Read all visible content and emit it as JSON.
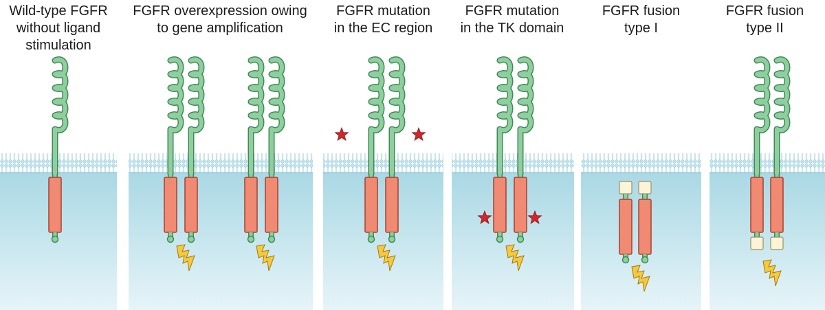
{
  "panels": [
    {
      "id": "wild-type",
      "title": "Wild-type FGFR\nwithout ligand\nstimulation"
    },
    {
      "id": "overexpression",
      "title": "FGFR overexpression owing\nto gene amplification"
    },
    {
      "id": "ec-mutation",
      "title": "FGFR mutation\nin the EC region"
    },
    {
      "id": "tk-mutation",
      "title": "FGFR mutation\nin the TK domain"
    },
    {
      "id": "fusion-type-1",
      "title": "FGFR fusion\ntype I"
    },
    {
      "id": "fusion-type-2",
      "title": "FGFR fusion\ntype II"
    }
  ],
  "colors": {
    "receptor_green": "#8fcf9f",
    "receptor_outline": "#3f8a55",
    "kinase_red": "#f08a72",
    "kinase_outline": "#a8402c",
    "fusion_partner": "#fbf4d6",
    "membrane_head": "#bfe3ee",
    "cytoplasm_top": "#a9d8e4",
    "cytoplasm_bottom": "#e6f4f8",
    "mutation_star": "#d1262b",
    "signal_bolt": "#f6c93d"
  },
  "icons": [
    "mutation-star-icon",
    "signal-lightning-icon"
  ]
}
